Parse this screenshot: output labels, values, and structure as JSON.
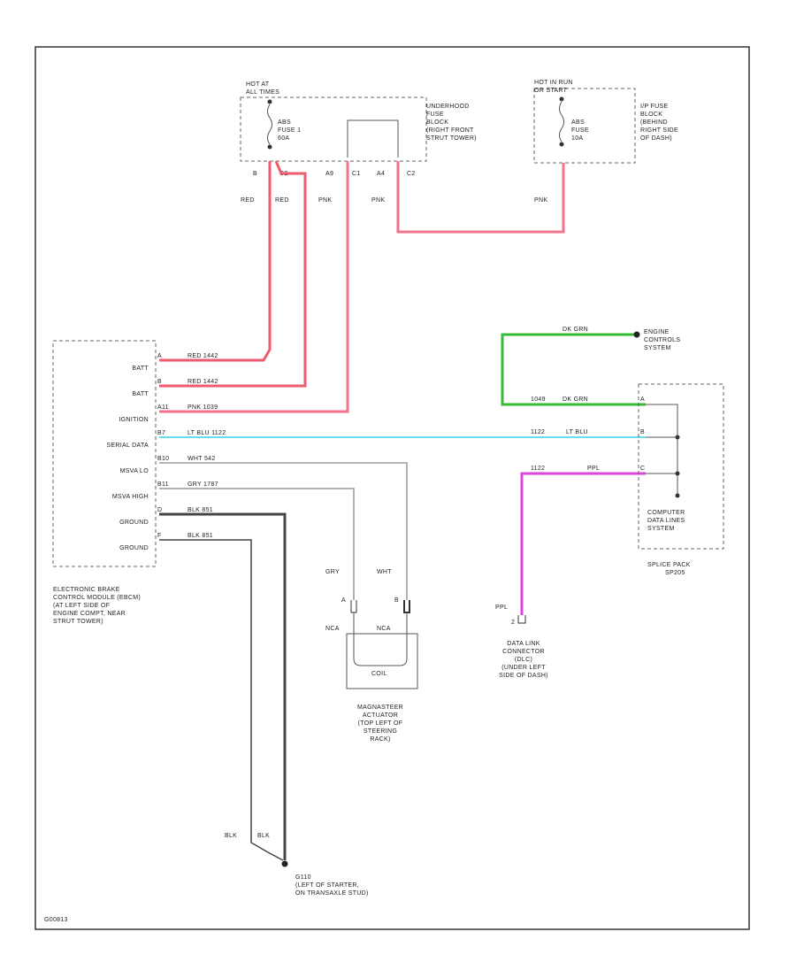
{
  "colors": {
    "red_wire": "#ee5a6e",
    "pink_wire": "#f2738a",
    "green_wire": "#33bb33",
    "cyan_wire": "#66ddee",
    "violet_wire": "#dd44dd",
    "black_wire": "#444444",
    "gray_wire": "#999999",
    "line": "#555555",
    "frame": "#333333"
  },
  "fuse_block_left": {
    "hot_label": [
      "HOT AT",
      "ALL TIMES"
    ],
    "fuse_lines": [
      "ABS",
      "FUSE 1",
      "60A"
    ],
    "block_lines": [
      "UNDERHOOD",
      "FUSE",
      "BLOCK",
      "(RIGHT FRONT",
      "STRUT TOWER)"
    ],
    "pins": [
      "B",
      "C2",
      "A9",
      "C1",
      "A4",
      "C2"
    ]
  },
  "fuse_block_right": {
    "hot_label": [
      "HOT IN RUN",
      "OR START"
    ],
    "fuse_lines": [
      "ABS",
      "FUSE",
      "10A"
    ],
    "block_lines": [
      "I/P FUSE",
      "BLOCK",
      "(BEHIND",
      "RIGHT SIDE",
      "OF DASH)"
    ]
  },
  "top_wire_labels": [
    "RED",
    "RED",
    "PNK",
    "PNK",
    "PNK"
  ],
  "ebcm": {
    "pin_names": [
      "BATT",
      "BATT",
      "IGNITION",
      "SERIAL DATA",
      "MSVA LO",
      "MSVA HIGH",
      "GROUND",
      "GROUND"
    ],
    "pin_ids": [
      "A",
      "B",
      "A11",
      "B7",
      "B10",
      "B11",
      "D",
      "F"
    ],
    "wire_labels": [
      "RED 1442",
      "RED 1442",
      "PNK 1039",
      "LT BLU 1122",
      "WHT 542",
      "GRY 1787",
      "BLK 851",
      "BLK 851"
    ],
    "caption": [
      "ELECTRONIC BRAKE",
      "CONTROL MODULE (EBCM)",
      "(AT LEFT SIDE OF",
      "ENGINE COMPT, NEAR",
      "STRUT TOWER)"
    ]
  },
  "engine_controls": {
    "wire_label": "DK GRN",
    "caption": [
      "ENGINE",
      "CONTROLS",
      "SYSTEM"
    ]
  },
  "splice": {
    "wire_labels": [
      "1049",
      "DK GRN",
      "1122",
      "LT BLU",
      "1122",
      "PPL"
    ],
    "pin_ids": [
      "A",
      "B",
      "C"
    ],
    "box_caption": [
      "COMPUTER",
      "DATA LINES",
      "SYSTEM"
    ],
    "caption": [
      "SPLICE PACK",
      "SP205"
    ]
  },
  "msva": {
    "top_labels": [
      "GRY",
      "WHT"
    ],
    "pin_ids": [
      "A",
      "B"
    ],
    "nca_labels": [
      "NCA",
      "NCA"
    ],
    "coil_label": "COIL",
    "caption": [
      "MAGNASTEER",
      "ACTUATOR",
      "(TOP LEFT OF",
      "STEERING",
      "RACK)"
    ]
  },
  "dlc": {
    "wire_label": "PPL",
    "pin_id": "2",
    "caption": [
      "DATA LINK",
      "CONNECTOR",
      "(DLC)",
      "(UNDER LEFT",
      "SIDE OF DASH)"
    ]
  },
  "ground": {
    "wire_labels": [
      "BLK",
      "BLK"
    ],
    "caption": [
      "G110",
      "(LEFT OF STARTER,",
      "ON TRANSAXLE STUD)"
    ]
  },
  "figure_id": "G00813"
}
